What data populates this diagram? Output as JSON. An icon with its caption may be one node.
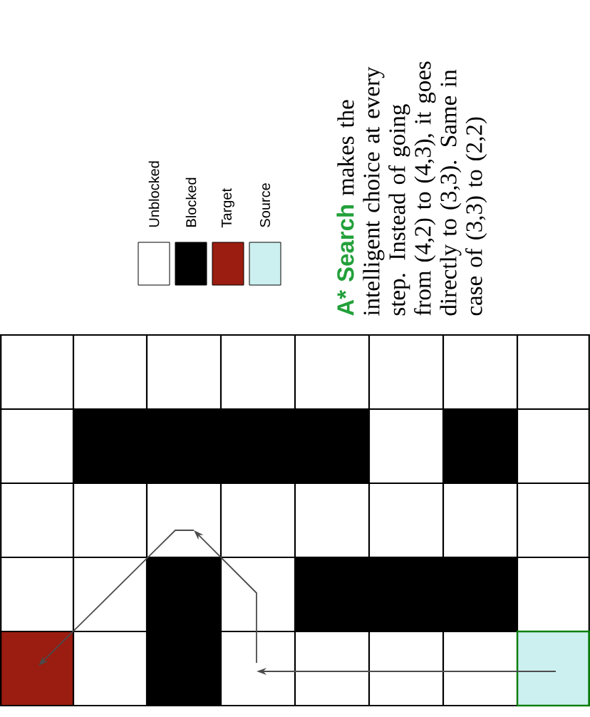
{
  "diagram": {
    "labels": [
      "A* Search",
      "makes the intelligent choice at every step. Instead of going from (4,2) to (4,3), it goes directly to (3,3). Same in case of (3,3) to (2,2)"
    ],
    "legend": [
      {
        "text": "Unblocked"
      },
      {
        "text": "Blocked",
        "color": "#000000"
      },
      {
        "text": "Target",
        "color": "#9b1c10"
      },
      {
        "text": "Source",
        "color": "#ccf0f0"
      }
    ]
  }
}
